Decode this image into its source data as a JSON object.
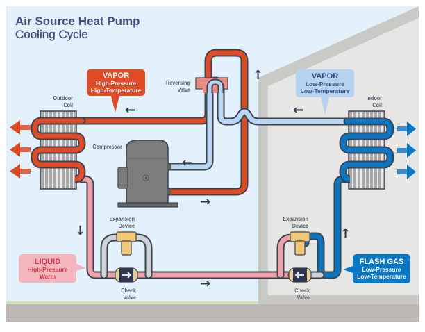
{
  "title": {
    "line1": "Air Source Heat Pump",
    "line2": "Cooling Cycle"
  },
  "labels": {
    "outdoor_coil": [
      "Outdoor",
      "Coil"
    ],
    "indoor_coil": [
      "Indoor",
      "Coil"
    ],
    "reversing_valve": [
      "Reversing",
      "Valve"
    ],
    "compressor": "Compressor",
    "expansion_device_left": [
      "Expansion",
      "Device"
    ],
    "expansion_device_right": [
      "Expansion",
      "Device"
    ],
    "check_valve_left": [
      "Check",
      "Valve"
    ],
    "check_valve_right": [
      "Check",
      "Valve"
    ]
  },
  "callouts": {
    "vapor_hot": {
      "heading": "VAPOR",
      "line1": "High-Pressure",
      "line2": "High-Temperature"
    },
    "vapor_cold": {
      "heading": "VAPOR",
      "line1": "Low-Pressure",
      "line2": "Low-Temperature"
    },
    "liquid": {
      "heading": "LIQUID",
      "line1": "High-Pressure",
      "line2": "Warm"
    },
    "flash_gas": {
      "heading": "FLASH GAS",
      "line1": "Low-Pressure",
      "line2": "Low-Temperature"
    }
  },
  "flow_arrows": {
    "left": "←",
    "right": "→",
    "up": "↑",
    "down": "↓"
  },
  "colors": {
    "hot_vapor": "#e04a24",
    "warm_liquid": "#f2a0a8",
    "cold_vapor": "#b9d6f2",
    "flash_gas": "#0b76c2",
    "outline": "#3b4250",
    "sky": "#e3f1fc",
    "house_wall": "#e6e6e4",
    "house_trim": "#c8c8c4",
    "ground": "#bdb8b6",
    "grass": "#cfe4b5",
    "title": "#3d4f7c"
  }
}
